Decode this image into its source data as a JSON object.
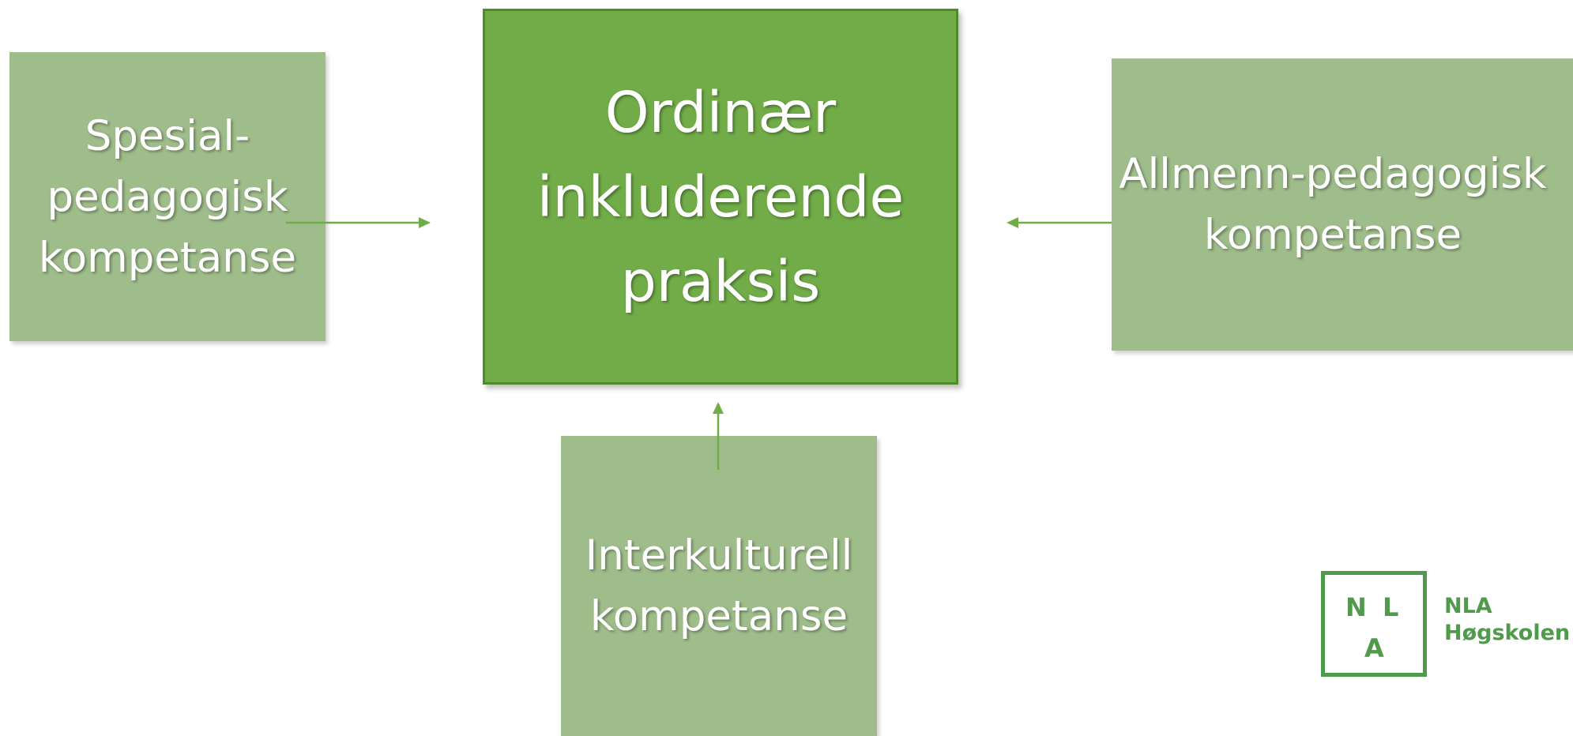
{
  "diagram": {
    "center": {
      "label": "Ordinær\ninkluderende\npraksis"
    },
    "inputs": [
      {
        "label": "Spesial-\npedagogisk\nkompetanse"
      },
      {
        "label": "Allmenn-pedagogisk\nkompetanse"
      },
      {
        "label": "Interkulturell\nkompetanse"
      }
    ]
  },
  "logo": {
    "mark_letters": [
      "N",
      "L",
      "A"
    ],
    "name_line1": "NLA",
    "name_line2": "Høgskolen"
  },
  "colors": {
    "main_box": "#71ac48",
    "side_box": "#9fbd8a",
    "arrow": "#70ad47",
    "logo": "#4f9a4b",
    "text": "#ffffff"
  }
}
